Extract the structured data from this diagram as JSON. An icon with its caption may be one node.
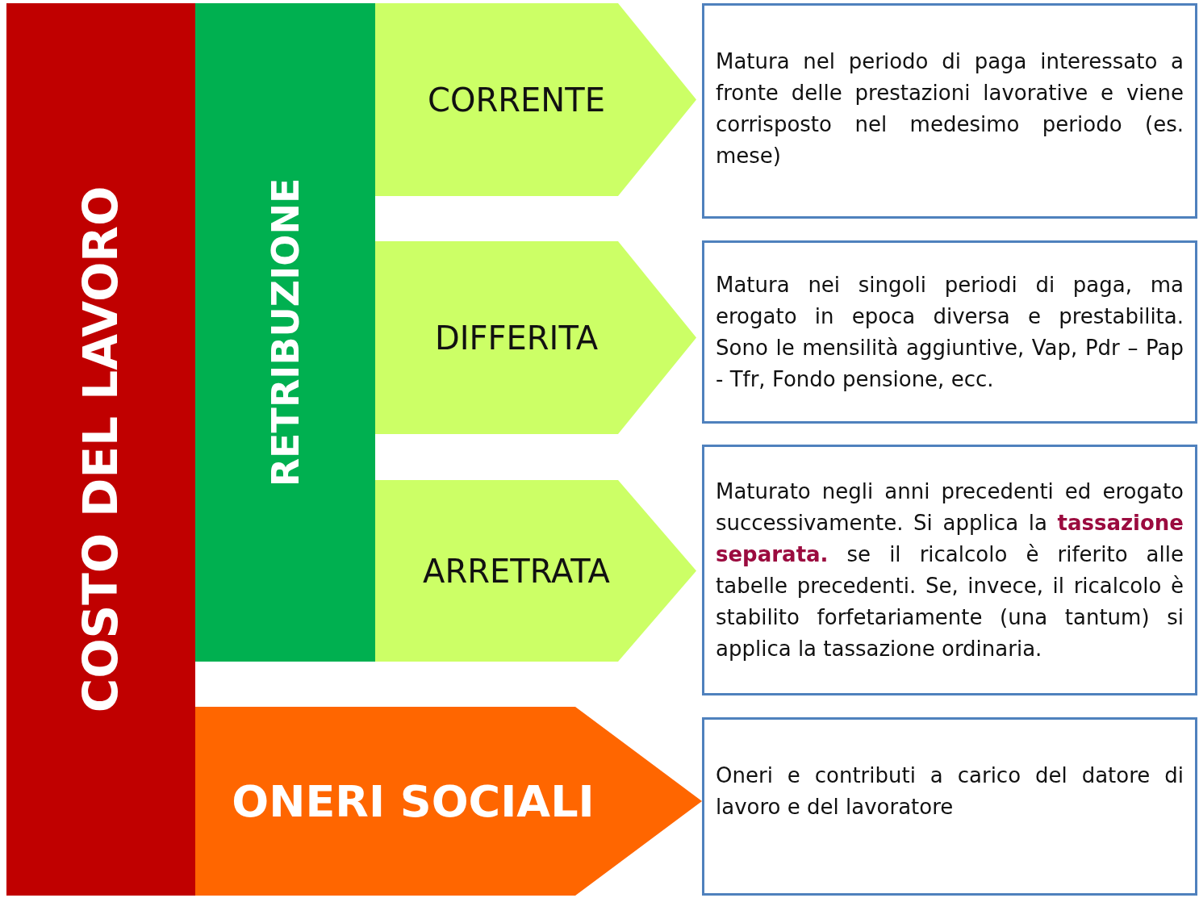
{
  "diagram": {
    "nodes": [
      {
        "text": [
          "COSTO DEL LAVORO"
        ]
      },
      {
        "text": [
          "RETRIBUZIONE"
        ]
      },
      {
        "text": [
          "CORRENTE"
        ]
      },
      {
        "text": [
          "Matura nel periodo di paga interessato a fronte delle prestazioni lavorative e viene corrisposto nel medesimo periodo (es. mese)"
        ]
      },
      {
        "text": [
          "DIFFERITA"
        ]
      },
      {
        "text": [
          "Matura nei singoli periodi di paga, ma erogato in epoca diversa e prestabilita. Sono le mensilità aggiuntive, Vap, Pdr – Pap - Tfr, Fondo pensione, ecc."
        ]
      },
      {
        "text": [
          "ARRETRATA"
        ]
      },
      {
        "text": [
          "Maturato negli anni precedenti ed erogato successivamente. Si applica la **tassazione separata.** se il ricalcolo è riferito alle tabelle precedenti. Se, invece, il ricalcolo è stabilito forfetariamente (una tantum) si applica la tassazione ordinaria."
        ]
      },
      {
        "text": [
          "ONERI SOCIALI"
        ]
      },
      {
        "text": [
          "Oneri e contributi a carico del datore di lavoro e del lavoratore"
        ]
      }
    ]
  }
}
